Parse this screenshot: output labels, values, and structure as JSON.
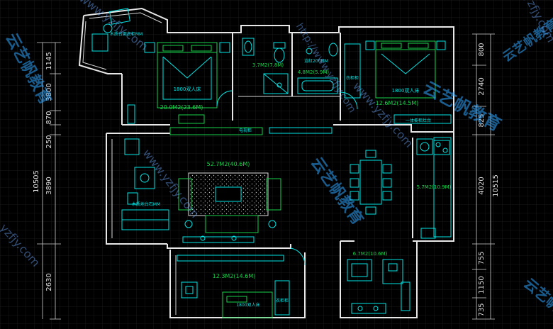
{
  "rooms": [
    {
      "id": "bedroom-master",
      "area": "20.0M2(23.6M)",
      "bed": "1800双人床",
      "desk": "木质台面衣柜MM"
    },
    {
      "id": "bathroom-1",
      "area": "3.7M2(7.8M)"
    },
    {
      "id": "bathroom-2",
      "area": "4.8M2(5.9M)",
      "fixture": "浴缸200MM"
    },
    {
      "id": "bedroom-2",
      "area": "12.6M2(14.5M)",
      "bed": "1800双人床",
      "wardrobe": "衣柜柜"
    },
    {
      "id": "living",
      "area": "52.7M2(40.6M)",
      "tv": "电视柜",
      "note": "木质地台石MM"
    },
    {
      "id": "kitchen",
      "area": "5.7M2(10.9M)",
      "label": "一体橱柜灶台"
    },
    {
      "id": "study",
      "area": "6.7M2(10.6M)"
    },
    {
      "id": "bedroom-3",
      "area": "12.3M2(14.6M)",
      "bed": "1800双人床",
      "wardrobe": "衣柜柜"
    }
  ],
  "dimensions": {
    "left": [
      "1145",
      "3800",
      "870",
      "250",
      "3890",
      "10505",
      "2630"
    ],
    "right": [
      "800",
      "2740",
      "825",
      "10515",
      "4020",
      "755",
      "1150",
      "735"
    ]
  },
  "watermarks": [
    "云艺帆教育",
    "云艺帆教育",
    "云艺帆教育",
    "云艺帆教育",
    "云艺帆教育"
  ],
  "urls": [
    "www.yzfjy.com",
    "www.yzfjy.com",
    "www.yzfjy.com",
    "http://www.yzfjy.com",
    "yzfjy.com",
    "yzfjy.com"
  ],
  "colors": {
    "background": "#000000",
    "wall": "#e8e8e8",
    "furniture": "#00e5e5",
    "furniture_green": "#19d24a",
    "grid": "#1d1d1d"
  }
}
